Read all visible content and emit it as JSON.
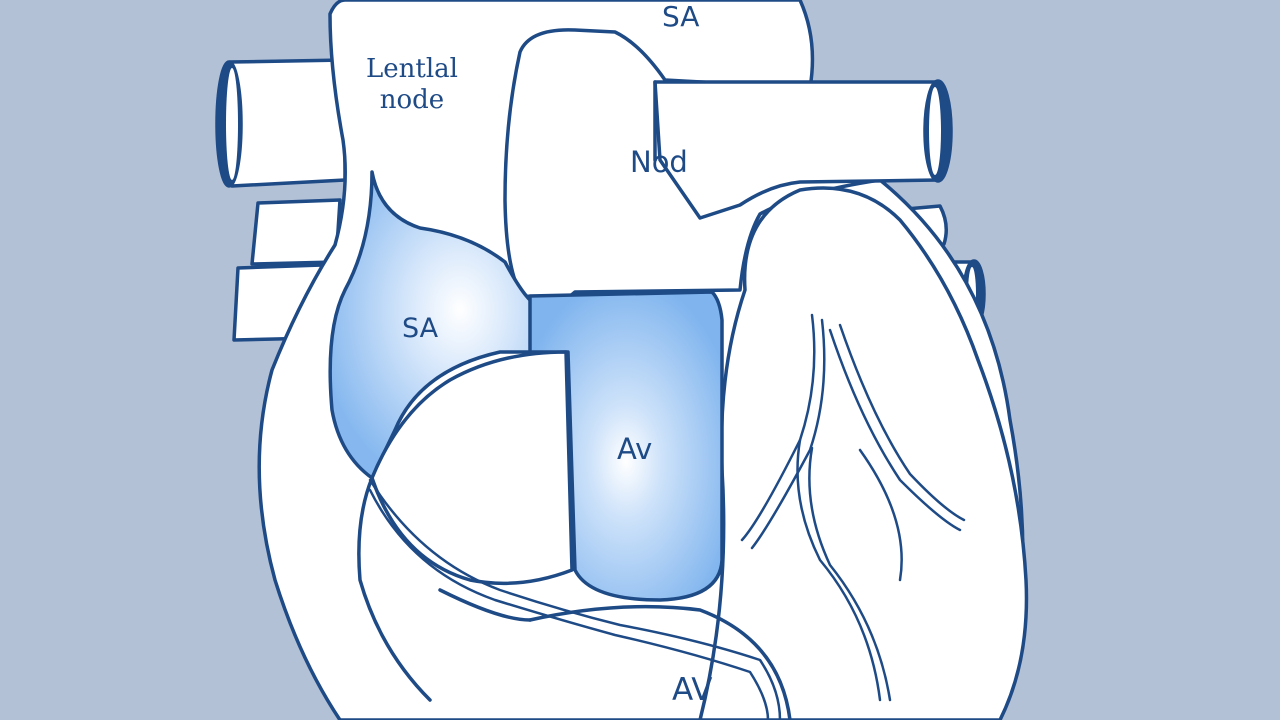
{
  "labels": {
    "sa_top": "SA",
    "lential_line1": "Lentlal",
    "lential_line2": "node",
    "nod": "Nod",
    "sa_mid": "SA",
    "av_mid": "Av",
    "av_bottom": "AV"
  },
  "colors": {
    "background": "#b3c1d6",
    "outline": "#1e4a86",
    "fill": "#ffffff",
    "highlight": "#7fb4ee",
    "text": "#1e4a86"
  }
}
